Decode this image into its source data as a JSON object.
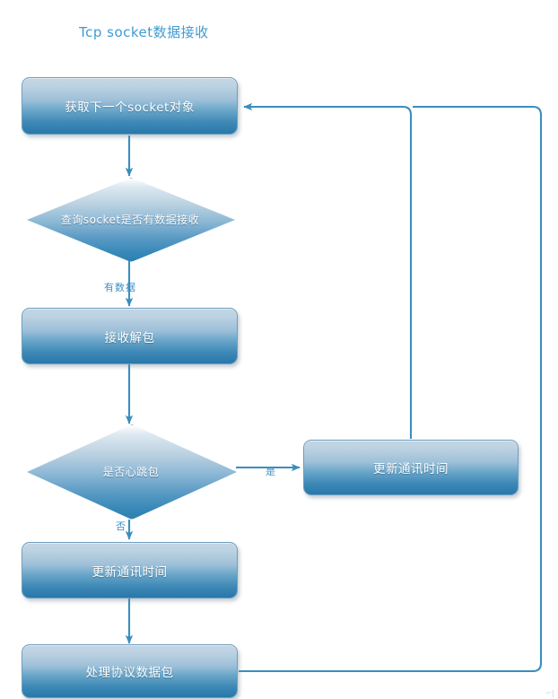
{
  "diagram": {
    "title": "Tcp socket数据接收",
    "title_color": "#3e9bd4",
    "type": "flowchart",
    "connector_color": "#3a8ebd",
    "nodes": [
      {
        "id": "get-socket",
        "shape": "process",
        "label": "获取下一个socket对象"
      },
      {
        "id": "query-data",
        "shape": "decision",
        "label": "查询socket是否有数据接收"
      },
      {
        "id": "receive-unpack",
        "shape": "process",
        "label": "接收解包"
      },
      {
        "id": "is-heartbeat",
        "shape": "decision",
        "label": "是否心跳包"
      },
      {
        "id": "update-time-right",
        "shape": "process",
        "label": "更新通讯时间"
      },
      {
        "id": "update-time-main",
        "shape": "process",
        "label": "更新通讯时间"
      },
      {
        "id": "handle-packet",
        "shape": "process",
        "label": "处理协议数据包"
      }
    ],
    "edges": [
      {
        "from": "get-socket",
        "to": "query-data",
        "label": ""
      },
      {
        "from": "query-data",
        "to": "receive-unpack",
        "label": "有数据"
      },
      {
        "from": "receive-unpack",
        "to": "is-heartbeat",
        "label": ""
      },
      {
        "from": "is-heartbeat",
        "to": "update-time-right",
        "label": "是"
      },
      {
        "from": "is-heartbeat",
        "to": "update-time-main",
        "label": "否"
      },
      {
        "from": "update-time-main",
        "to": "handle-packet",
        "label": ""
      },
      {
        "from": "update-time-right",
        "to": "get-socket",
        "label": ""
      },
      {
        "from": "handle-packet",
        "to": "get-socket",
        "label": ""
      }
    ],
    "corner_mark": "⌐|"
  }
}
